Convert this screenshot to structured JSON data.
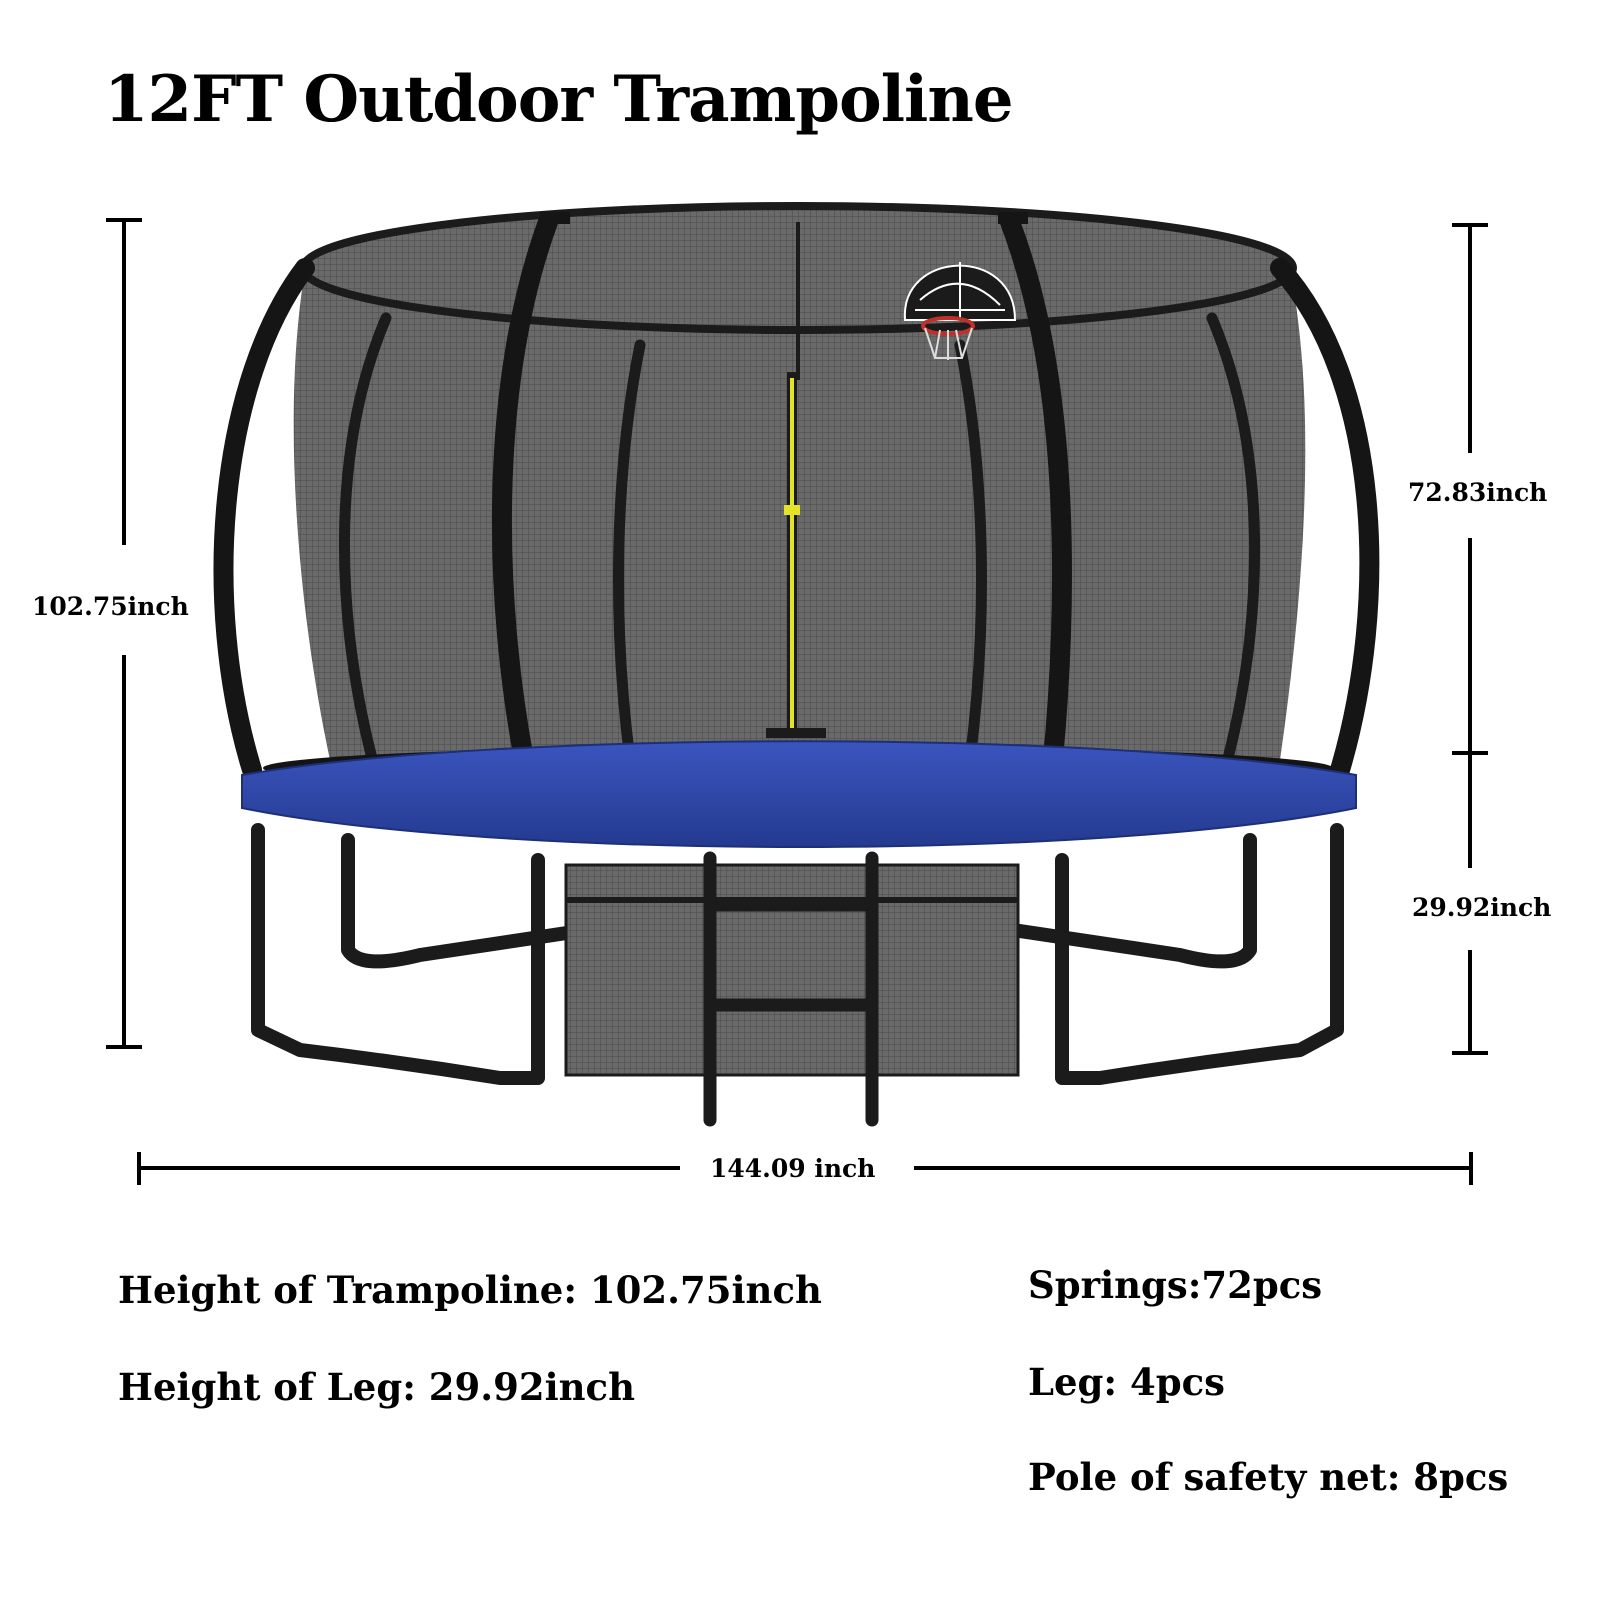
{
  "title": "12FT Outdoor Trampoline",
  "dimensions": {
    "total_height": "102.75inch",
    "net_height": "72.83inch",
    "leg_height": "29.92inch",
    "width": "144.09 inch"
  },
  "specs": {
    "height_of_trampoline": "Height of Trampoline:  102.75inch",
    "height_of_leg": "Height of Leg: 29.92inch",
    "springs": "Springs:72pcs",
    "leg": "Leg: 4pcs",
    "pole": "Pole of safety net: 8pcs"
  },
  "colors": {
    "pad": "#2f47a8",
    "frame": "#1b1b1b",
    "net": "#6f6f6f",
    "zipper": "#e3e32a",
    "hoop": "#c0302b"
  }
}
